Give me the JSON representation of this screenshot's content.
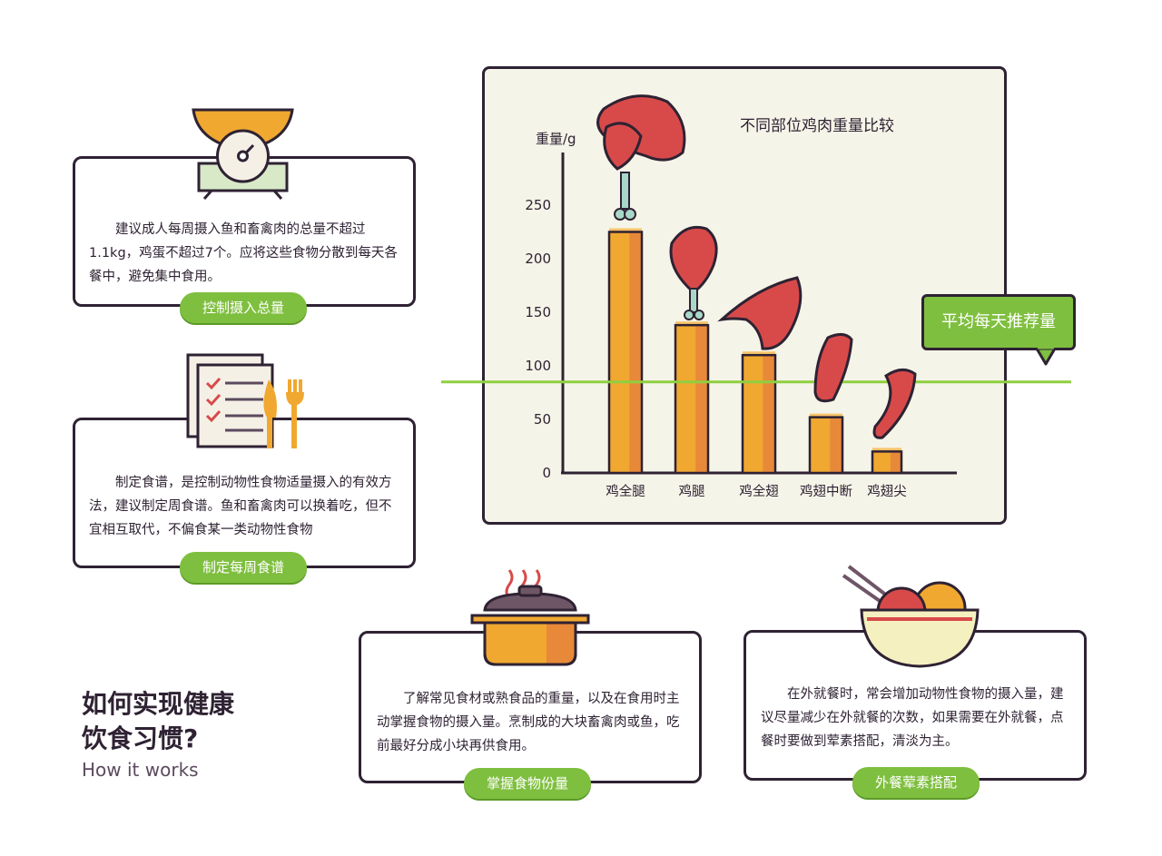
{
  "cards": [
    {
      "text": "建议成人每周摄入鱼和畜禽肉的总量不超过1.1kg，鸡蛋不超过7个。应将这些食物分散到每天各餐中，避免集中食用。",
      "label": "控制摄入总量"
    },
    {
      "text": "制定食谱，是控制动物性食物适量摄入的有效方法，建议制定周食谱。鱼和畜禽肉可以换着吃，但不宜相互取代，不偏食某一类动物性食物",
      "label": "制定每周食谱"
    },
    {
      "text": "了解常见食材或熟食品的重量，以及在食用时主动掌握食物的摄入量。烹制成的大块畜禽肉或鱼，吃前最好分成小块再供食用。",
      "label": "掌握食物份量"
    },
    {
      "text": "在外就餐时，常会增加动物性食物的摄入量，建议尽量减少在外就餐的次数，如果需要在外就餐，点餐时要做到荤素搭配，清淡为主。",
      "label": "外餐荤素搭配"
    }
  ],
  "heading": {
    "line1": "如何实现健康",
    "line2": "饮食习惯?",
    "sub": "How it works"
  },
  "icons": [
    "scale-icon",
    "menu-list-icon",
    "knife-fork-icon",
    "cooking-pot-icon",
    "rice-bowl-icon",
    "chicken-drumstick-icon",
    "chicken-wing-icon"
  ],
  "colors": {
    "accent_green": "#7fbf3f",
    "bar_orange": "#f0a830",
    "bar_dark": "#e8893a",
    "meat_red": "#d84a4a",
    "outline": "#2e2233",
    "panel_bg": "#f5f4e8"
  },
  "chart_data": {
    "type": "bar",
    "title": "不同部位鸡肉重量比较",
    "ylabel": "重量/g",
    "xlabel": "",
    "categories": [
      "鸡全腿",
      "鸡腿",
      "鸡全翅",
      "鸡翅中断",
      "鸡翅尖"
    ],
    "values": [
      225,
      138,
      110,
      52,
      20
    ],
    "yticks": [
      0,
      50,
      100,
      150,
      200,
      250
    ],
    "ylim": [
      0,
      290
    ],
    "reference_line": {
      "value": 85,
      "label": "平均每天推荐量"
    },
    "grid": false
  }
}
